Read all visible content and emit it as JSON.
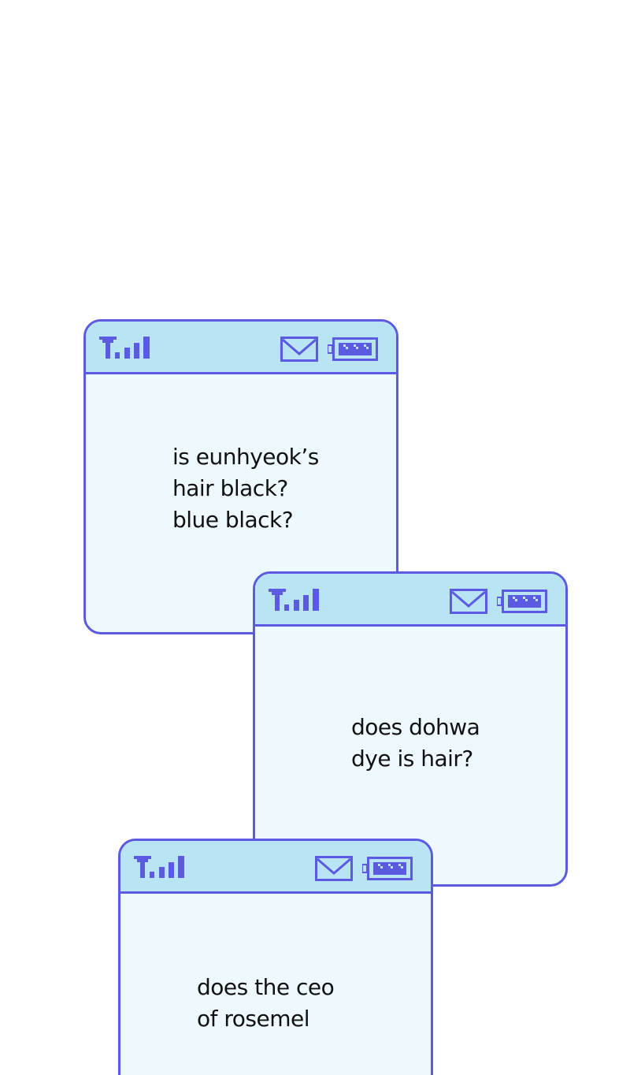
{
  "cards": [
    {
      "message": "is eunhyeok’s\nhair black?\nblue black?",
      "icons": [
        "signal-icon",
        "mail-icon",
        "battery-icon"
      ]
    },
    {
      "message": "does dohwa\ndye is hair?",
      "icons": [
        "signal-icon",
        "mail-icon",
        "battery-icon"
      ]
    },
    {
      "message": "does the ceo\nof rosemel",
      "icons": [
        "signal-icon",
        "mail-icon",
        "battery-icon"
      ]
    }
  ],
  "colors": {
    "border": "#5b5ae0",
    "header": "#b8e4f4",
    "screen": "#eef9fd",
    "text": "#111111"
  }
}
